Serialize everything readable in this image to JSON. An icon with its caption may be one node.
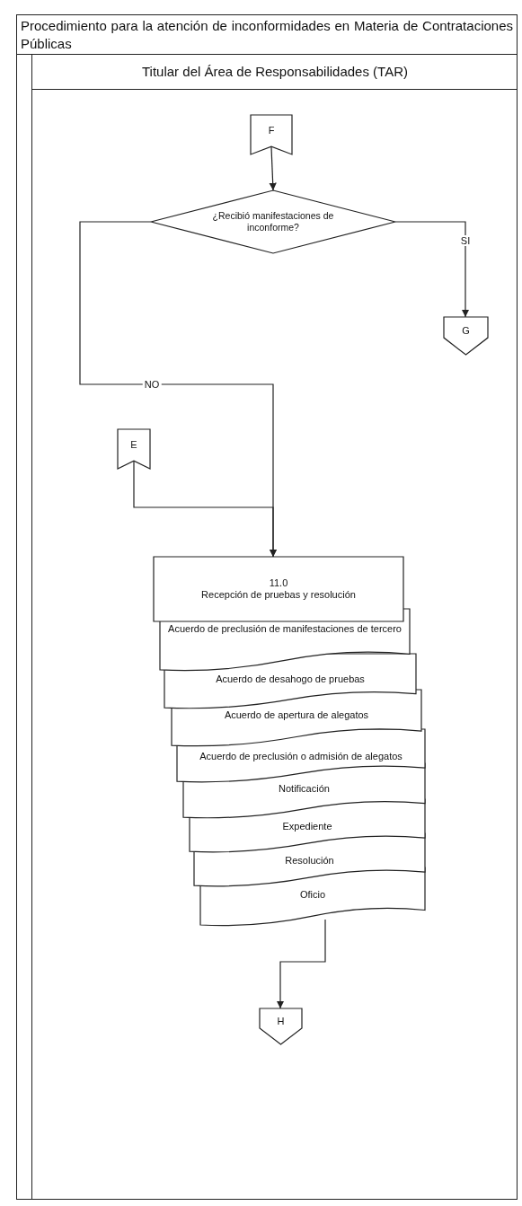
{
  "diagram": {
    "title": "Procedimiento para la atención de inconformidades en Materia de Contrataciones Públicas",
    "nodes": [
      {
        "text": [
          "Titular del Área de Responsabilidades (TAR)"
        ]
      },
      {
        "text": [
          "F"
        ],
        "in": 0
      },
      {
        "text": [
          "¿Recibió manifestaciones de inconforme?"
        ],
        "in": 0
      },
      {
        "text": [
          "G"
        ],
        "in": 0
      },
      {
        "text": [
          "E"
        ],
        "in": 0
      },
      {
        "text": [
          "11.0",
          "Recepción de pruebas y resolución"
        ],
        "in": 0
      },
      {
        "text": [
          "Acuerdo de preclusión de manifestaciones de tercero"
        ],
        "in": 0
      },
      {
        "text": [
          "Acuerdo de desahogo de pruebas"
        ],
        "in": 0
      },
      {
        "text": [
          "Acuerdo de apertura de alegatos"
        ],
        "in": 0
      },
      {
        "text": [
          "Acuerdo de preclusión o admisión de alegatos"
        ],
        "in": 0
      },
      {
        "text": [
          "Notificación"
        ],
        "in": 0
      },
      {
        "text": [
          "Expediente"
        ],
        "in": 0
      },
      {
        "text": [
          "Resolución"
        ],
        "in": 0
      },
      {
        "text": [
          "Oficio"
        ],
        "in": 0
      },
      {
        "text": [
          "H"
        ],
        "in": 0
      }
    ],
    "edges": [
      {
        "from": 1,
        "to": 2,
        "arrow": "to"
      },
      {
        "from": 2,
        "to": 3,
        "arrow": "to",
        "label": "SI"
      },
      {
        "from": 2,
        "to": 5,
        "arrow": "to",
        "label": "NO"
      },
      {
        "from": 4,
        "to": 5,
        "arrow": "to"
      },
      {
        "from": 13,
        "to": 14,
        "arrow": "to"
      }
    ]
  }
}
